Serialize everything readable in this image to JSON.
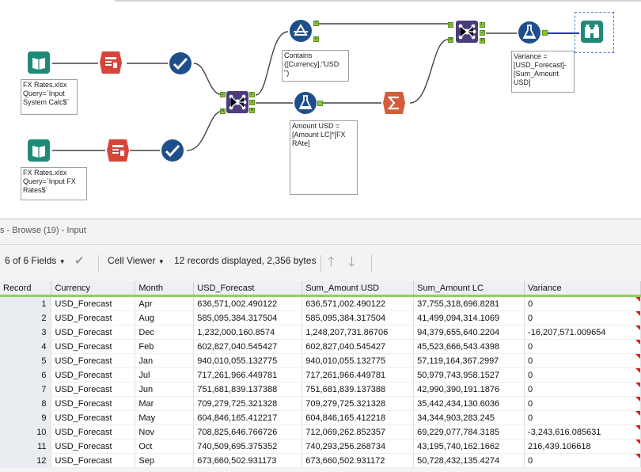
{
  "workflow": {
    "annotations": {
      "input1": "FX Rates.xlsx\nQuery=`Input\nSystem Calc$`",
      "input2": "FX Rates.xlsx\nQuery=`Input FX\nRates$`",
      "filter": "Contains\n([Currency],\"USD\n\")",
      "formula1": "Amount USD =\n[Amount LC]*[FX\nRAte]",
      "formula2": "Variance =\n[USD_Forecast]-\n[Sum_Amount\nUSD]"
    },
    "ports": {
      "true": "T",
      "false": "F",
      "left": "L",
      "join": "J",
      "right": "R"
    },
    "colors": {
      "input": "#1f8a77",
      "select": "#d7443a",
      "clean": "#1f4f8a",
      "join": "#4b3c7a",
      "filter": "#1f4f8a",
      "formula": "#1f4f8a",
      "summarize": "#d55b3a",
      "browse": "#1f8a77",
      "wire": "#444444",
      "selected_wire": "#2b2bd6"
    }
  },
  "browse": {
    "title": "s - Browse (19) - Input",
    "fields_label": "6 of 6 Fields",
    "viewer_label": "Cell Viewer",
    "records_info": "12 records displayed, 2,356 bytes",
    "columns": [
      "Record",
      "Currency",
      "Month",
      "USD_Forecast",
      "Sum_Amount USD",
      "Sum_Amount LC",
      "Variance"
    ],
    "rows": [
      [
        "1",
        "USD_Forecast",
        "Apr",
        "636,571,002.490122",
        "636,571,002.490122",
        "37,755,318,696.8281",
        "0"
      ],
      [
        "2",
        "USD_Forecast",
        "Aug",
        "585,095,384.317504",
        "585,095,384.317504",
        "41,499,094,314.1069",
        "0"
      ],
      [
        "3",
        "USD_Forecast",
        "Dec",
        "1,232,000,160.8574",
        "1,248,207,731.86706",
        "94,379,655,640.2204",
        "-16,207,571.009654"
      ],
      [
        "4",
        "USD_Forecast",
        "Feb",
        "602,827,040.545427",
        "602,827,040.545427",
        "45,523,666,543.4398",
        "0"
      ],
      [
        "5",
        "USD_Forecast",
        "Jan",
        "940,010,055.132775",
        "940,010,055.132775",
        "57,119,164,367.2997",
        "0"
      ],
      [
        "6",
        "USD_Forecast",
        "Jul",
        "717,261,966.449781",
        "717,261,966.449781",
        "50,979,743,958.1527",
        "0"
      ],
      [
        "7",
        "USD_Forecast",
        "Jun",
        "751,681,839.137388",
        "751,681,839.137388",
        "42,990,390,191.1876",
        "0"
      ],
      [
        "8",
        "USD_Forecast",
        "Mar",
        "709,279,725.321328",
        "709,279,725.321328",
        "35,442,434,130.6036",
        "0"
      ],
      [
        "9",
        "USD_Forecast",
        "May",
        "604,846,165.412217",
        "604,846,165.412218",
        "34,344,903,283.245",
        "0"
      ],
      [
        "10",
        "USD_Forecast",
        "Nov",
        "708,825,646.766726",
        "712,069,262.852357",
        "69,229,077,784.3185",
        "-3,243,616.085631"
      ],
      [
        "11",
        "USD_Forecast",
        "Oct",
        "740,509,695.375352",
        "740,293,256.268734",
        "43,195,740,162.1662",
        "216,439.106618"
      ],
      [
        "12",
        "USD_Forecast",
        "Sep",
        "673,660,502.931173",
        "673,660,502.931172",
        "50,728,432,135.4274",
        "0"
      ]
    ]
  }
}
